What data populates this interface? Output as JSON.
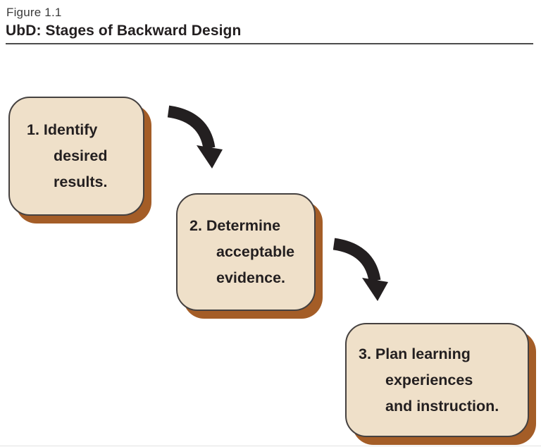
{
  "figure_header": {
    "label": "Figure 1.1",
    "title": "UbD: Stages of Backward Design"
  },
  "colors": {
    "box_fill": "#efe0c9",
    "box_border": "#454140",
    "box_shadow": "#a45d27",
    "arrow": "#231f20",
    "text": "#231f20",
    "header_rule": "#4c4c4c",
    "bottom_rule": "#e2e2e2"
  },
  "diagram": {
    "boxes": [
      {
        "id": "stage-1",
        "line1": "1. Identify",
        "line2": "desired",
        "line3": "results."
      },
      {
        "id": "stage-2",
        "line1": "2. Determine",
        "line2": "acceptable",
        "line3": "evidence."
      },
      {
        "id": "stage-3",
        "line1": "3. Plan learning",
        "line2": "experiences",
        "line3": "and instruction."
      }
    ],
    "arrows": [
      {
        "id": "arrow-stage1-to-stage2"
      },
      {
        "id": "arrow-stage2-to-stage3"
      }
    ]
  }
}
